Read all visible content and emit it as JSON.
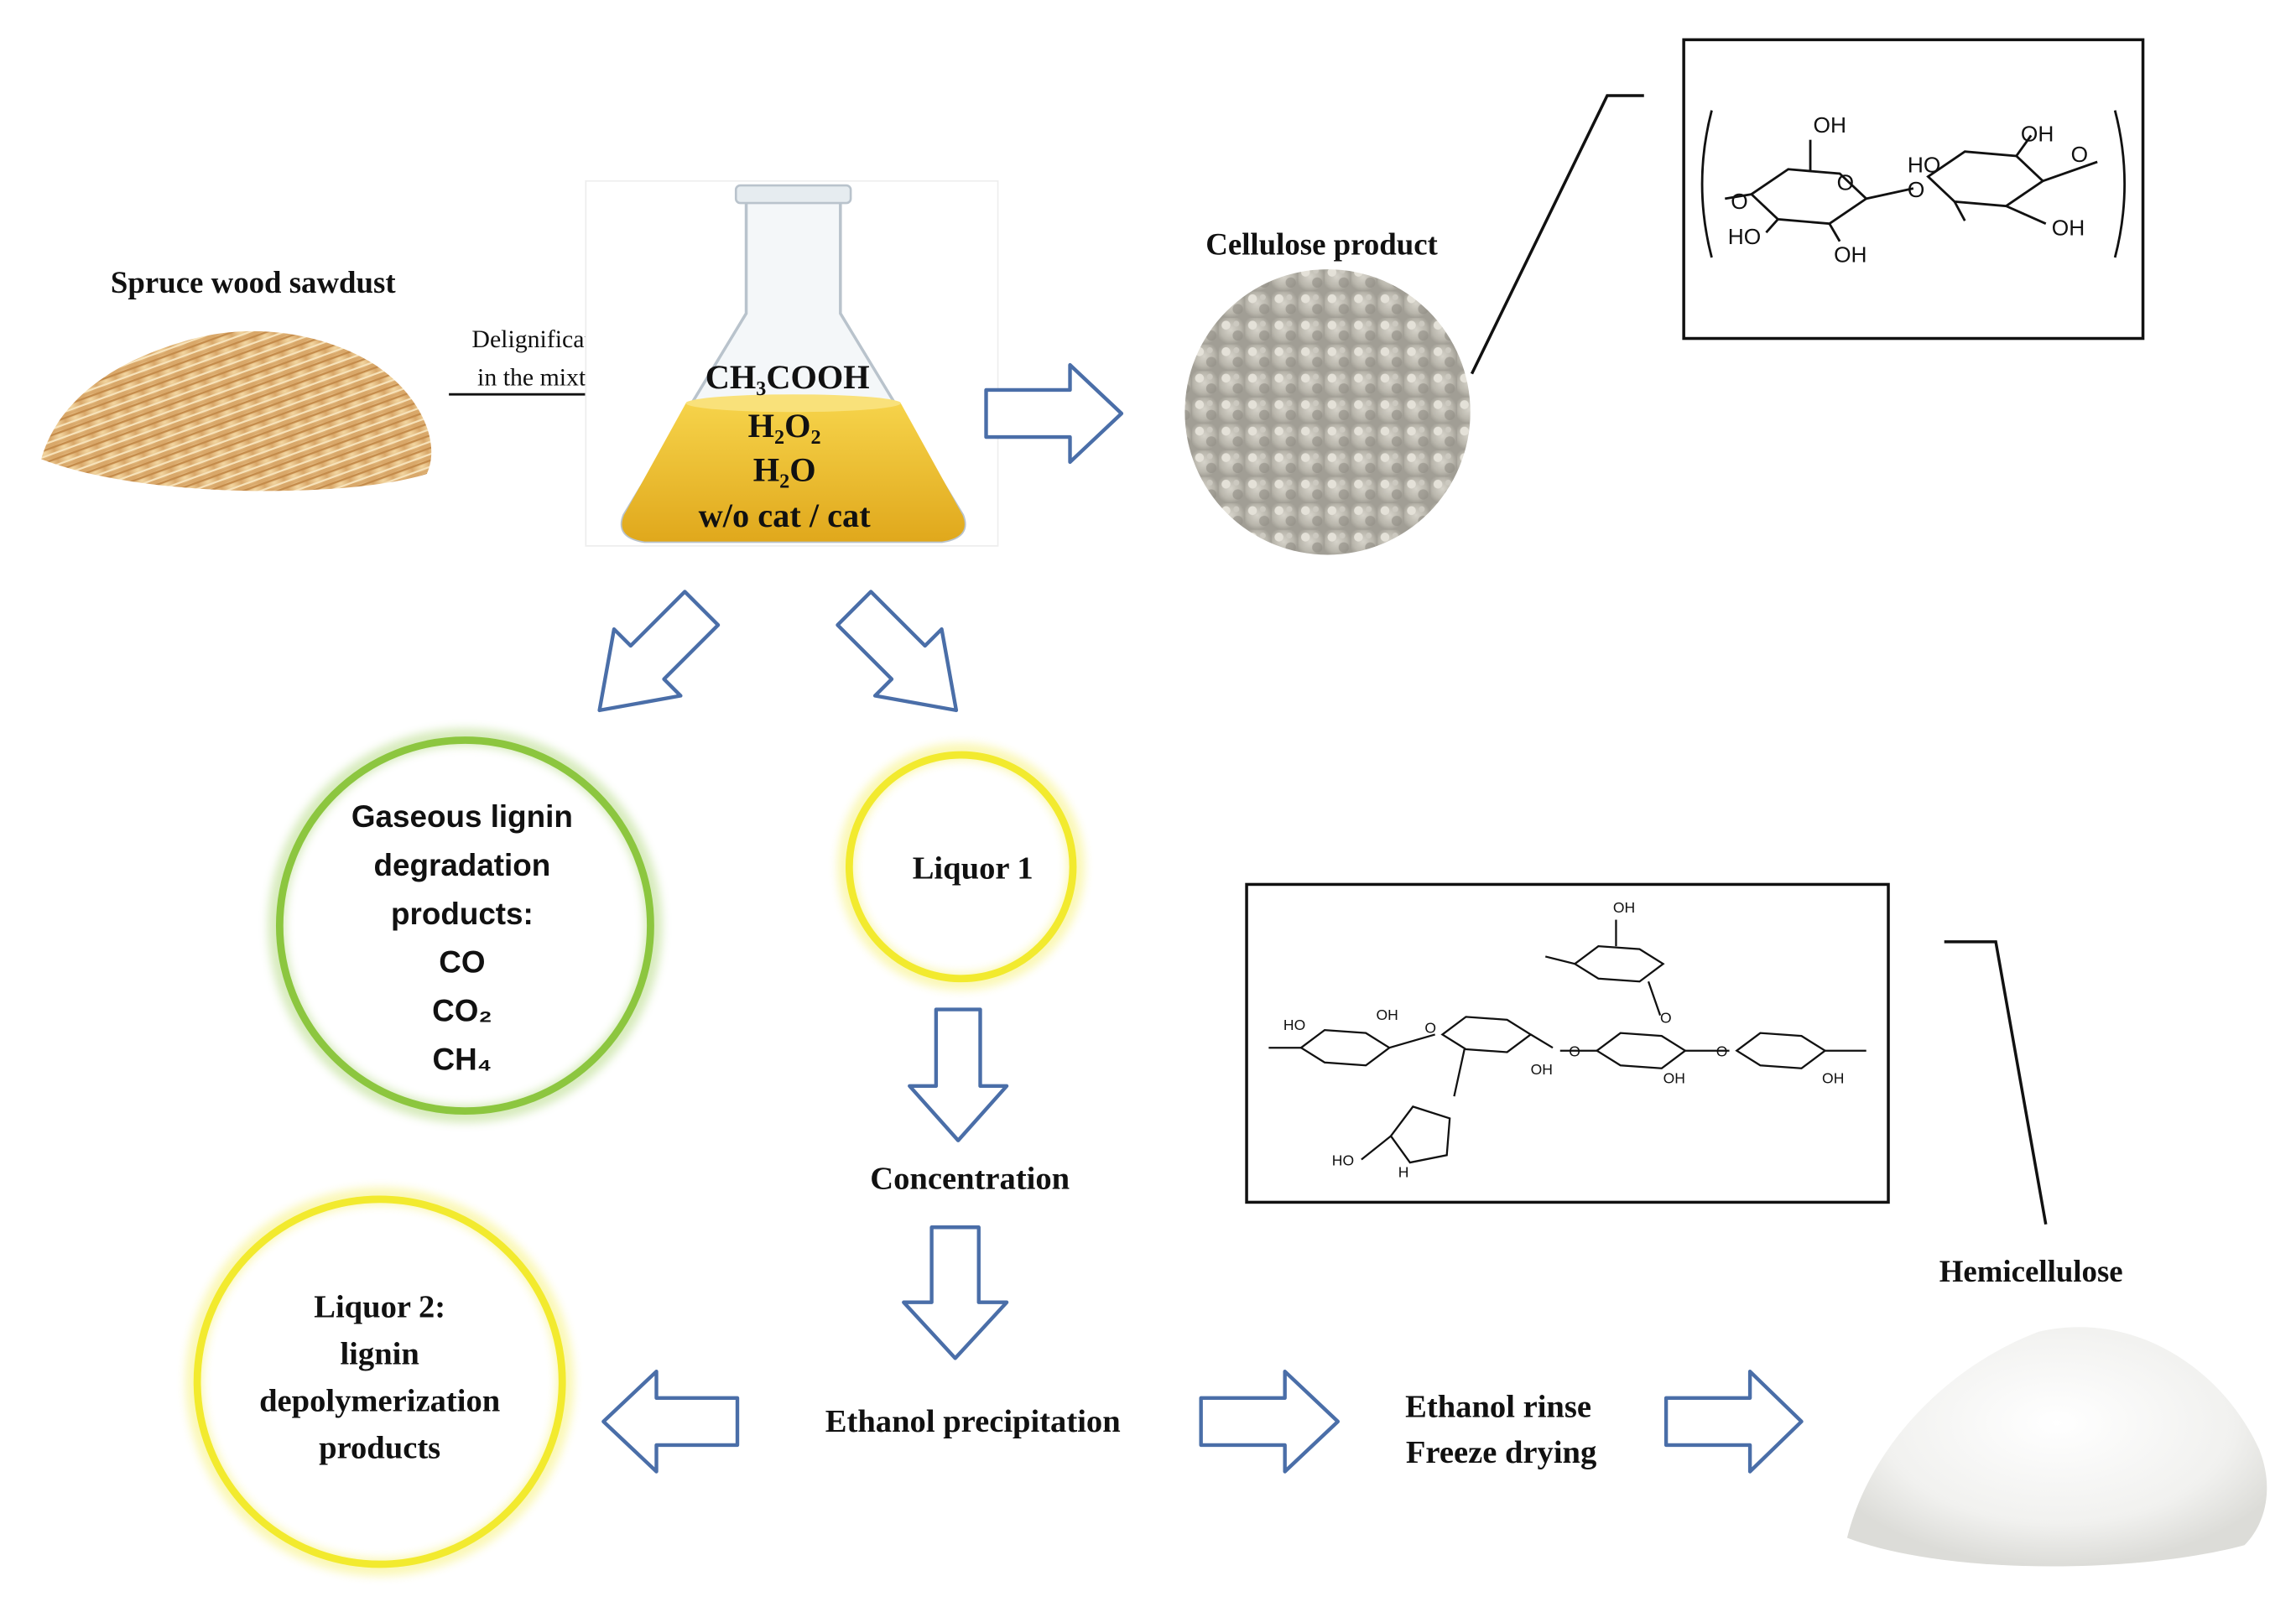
{
  "sawdust": {
    "label": "Spruce wood sawdust"
  },
  "reaction": {
    "arrow_label_line1": "Delignification",
    "arrow_label_line2": "in the mixture",
    "flask_line1": "CH₃COOH",
    "flask_line2": "H₂O₂",
    "flask_line3": "H₂O",
    "flask_line4": "w/o cat / cat"
  },
  "cellulose": {
    "label": "Cellulose product",
    "structure_labels": [
      "OH",
      "HO",
      "OH",
      "OH",
      "O",
      "O",
      "O",
      "O",
      "HO",
      "OH"
    ]
  },
  "gaseous": {
    "line1": "Gaseous lignin",
    "line2": "degradation",
    "line3": "products:",
    "line4": "CO",
    "line5": "CO₂",
    "line6": "CH₄",
    "ring_color": "#8cc63f"
  },
  "liquor1": {
    "label": "Liquor 1",
    "ring_color": "#f2ea2e"
  },
  "steps": {
    "concentration": "Concentration",
    "ethanol_precipitation": "Ethanol precipitation",
    "ethanol_rinse": "Ethanol rinse",
    "freeze_drying": "Freeze drying"
  },
  "liquor2": {
    "line1": "Liquor 2:",
    "line2": "lignin",
    "line3": "depolymerization",
    "line4": "products",
    "ring_color": "#f2ea2e"
  },
  "hemicellulose": {
    "label": "Hemicellulose",
    "structure_labels": [
      "OH",
      "OH",
      "HO",
      "OH",
      "O",
      "O",
      "O",
      "OH",
      "OH",
      "HO",
      "H",
      "O"
    ]
  },
  "colors": {
    "arrow_stroke": "#4a6ea8",
    "text": "#111111"
  }
}
